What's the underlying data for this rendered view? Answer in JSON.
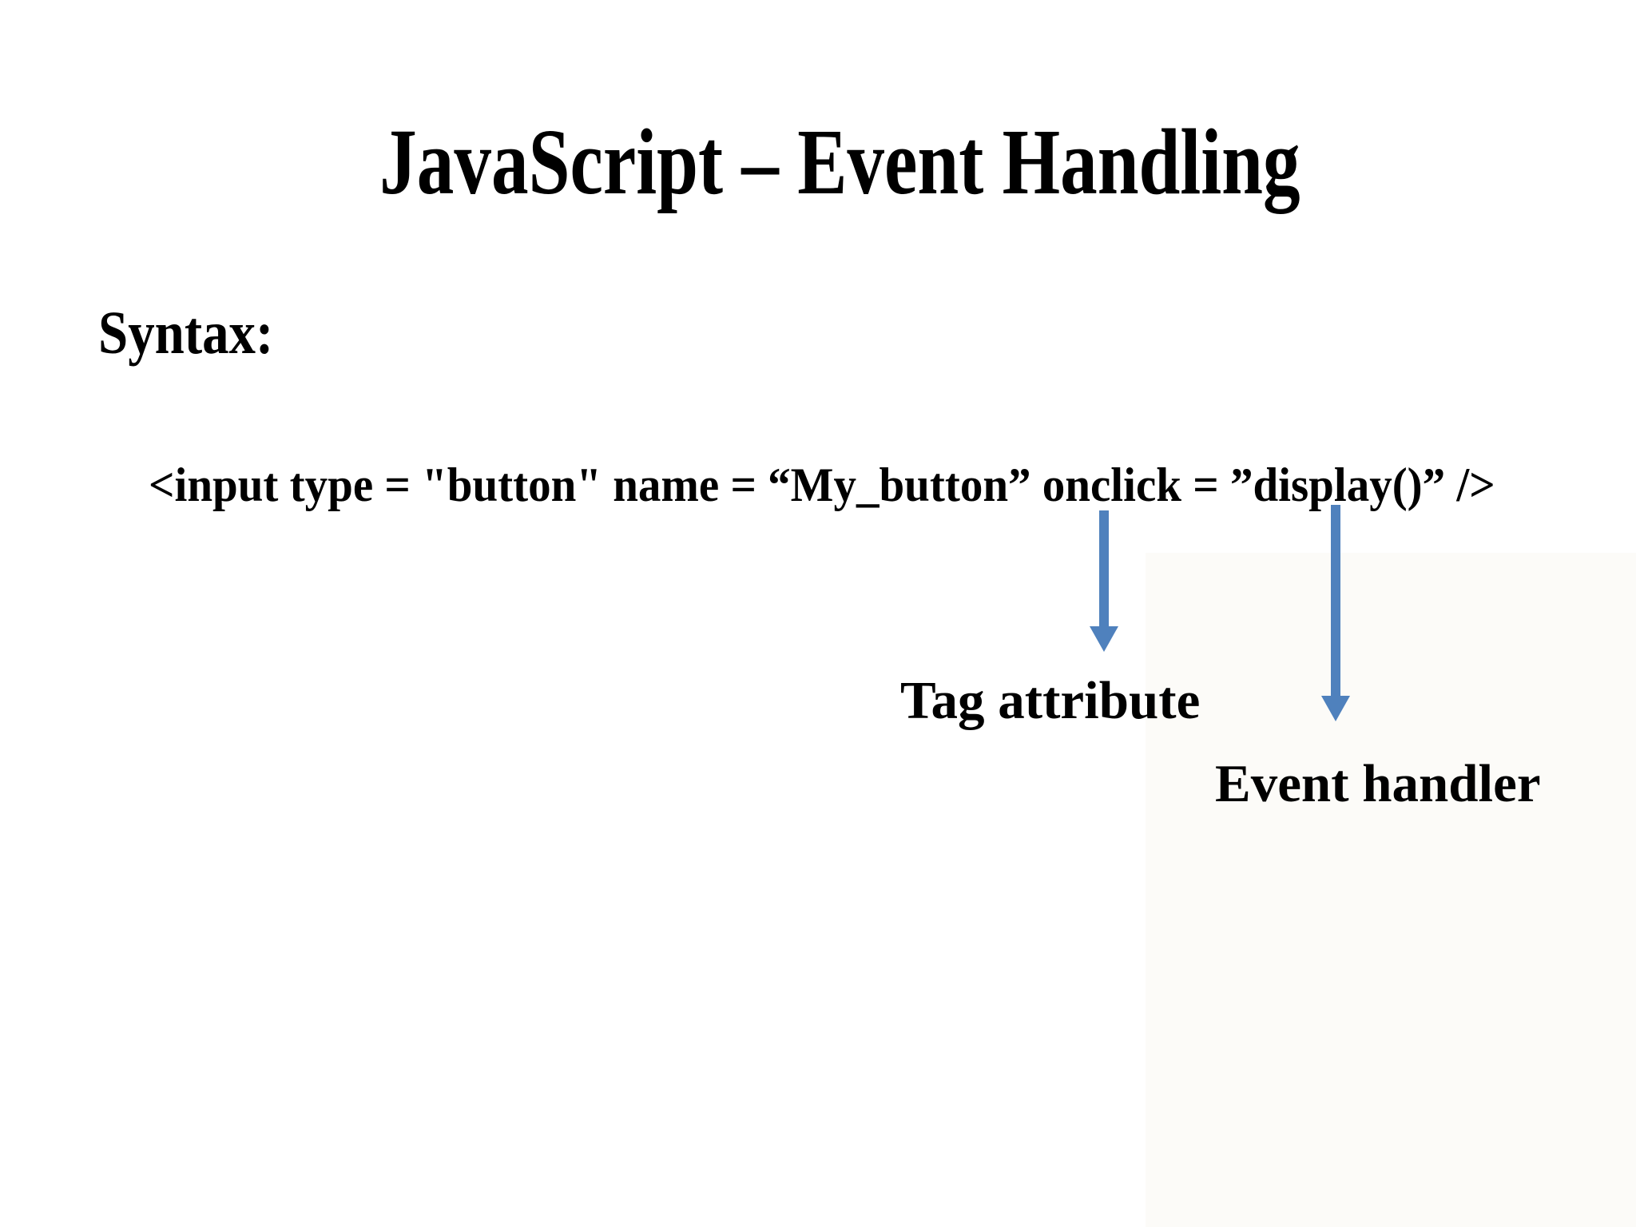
{
  "slide": {
    "title": "JavaScript – Event Handling",
    "sections": {
      "syntax_label": "Syntax:",
      "code_line": "<input type = \"button\" name = “My_button” onclick = ”display()” />"
    },
    "callouts": [
      {
        "label": "Tag attribute",
        "icon": "down-arrow-icon",
        "points_to": "onclick"
      },
      {
        "label": "Event handler",
        "icon": "down-arrow-icon",
        "points_to": "display()"
      }
    ],
    "colors": {
      "text": "#000000",
      "background": "#ffffff",
      "arrow": "#4f81bd",
      "tint_panel": "#fcfbf8"
    }
  }
}
